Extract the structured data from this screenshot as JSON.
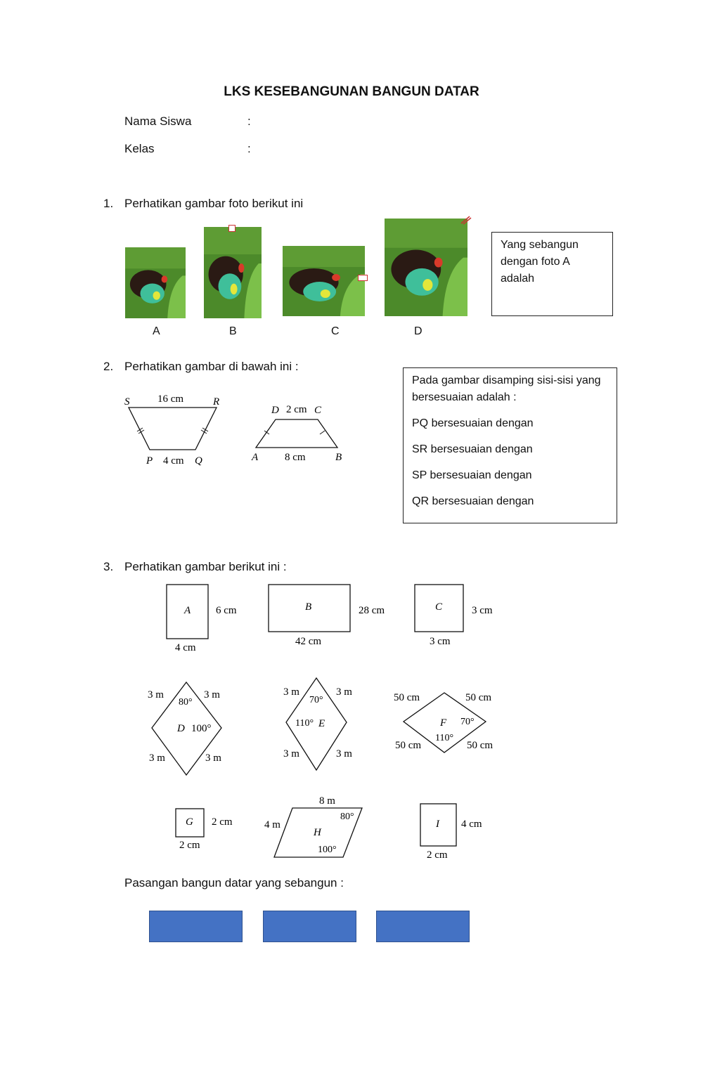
{
  "title": "LKS KESEBANGUNAN BANGUN DATAR",
  "student_fields": [
    {
      "label": "Nama Siswa",
      "sep": ":"
    },
    {
      "label": "Kelas",
      "sep": ":"
    }
  ],
  "q1": {
    "number": "1.",
    "text": "Perhatikan gambar foto berikut ini",
    "photo_labels": [
      "A",
      "B",
      "C",
      "D"
    ],
    "answer_box": "Yang sebangun dengan foto A adalah"
  },
  "q2": {
    "number": "2.",
    "text": "Perhatikan gambar di bawah ini :",
    "trap1": {
      "S": "S",
      "R": "R",
      "P": "P",
      "Q": "Q",
      "top": "16 cm",
      "bottom": "4 cm"
    },
    "trap2": {
      "D": "D",
      "C": "C",
      "A": "A",
      "B": "B",
      "top": "2 cm",
      "bottom": "8 cm"
    },
    "answer_box": {
      "intro": "Pada gambar disamping sisi-sisi yang bersesuaian adalah :",
      "lines": [
        "PQ bersesuaian dengan",
        "SR bersesuaian dengan",
        "SP bersesuaian dengan",
        "QR bersesuaian dengan"
      ]
    }
  },
  "q3": {
    "number": "3.",
    "text": "Perhatikan gambar berikut ini :",
    "shapes": {
      "A": {
        "name": "A",
        "side": "6 cm",
        "bottom": "4 cm"
      },
      "B": {
        "name": "B",
        "side": "28 cm",
        "bottom": "42 cm"
      },
      "C": {
        "name": "C",
        "side": "3 cm",
        "bottom": "3 cm"
      },
      "D": {
        "name": "D",
        "tl": "3 m",
        "tr": "3 m",
        "bl": "3 m",
        "br": "3 m",
        "angle_top": "80°",
        "angle_right": "100°"
      },
      "E": {
        "name": "E",
        "tl": "3 m",
        "tr": "3 m",
        "bl": "3 m",
        "br": "3 m",
        "angle_top": "70°",
        "angle_left": "110°"
      },
      "F": {
        "name": "F",
        "tl": "50 cm",
        "tr": "50 cm",
        "bl": "50 cm",
        "br": "50 cm",
        "angle_right": "70°",
        "angle_bottom": "110°"
      },
      "G": {
        "name": "G",
        "side": "2 cm",
        "bottom": "2 cm"
      },
      "H": {
        "name": "H",
        "top": "8 m",
        "side": "4 m",
        "angle_top": "80°",
        "angle_bottom": "100°"
      },
      "I": {
        "name": "I",
        "side": "4 cm",
        "bottom": "2 cm"
      }
    },
    "pair_label": "Pasangan bangun datar yang sebangun :",
    "answer_slots": 3
  },
  "colors": {
    "answer_slot": "#4472c4",
    "photo_bg": "#4c8a2a"
  }
}
